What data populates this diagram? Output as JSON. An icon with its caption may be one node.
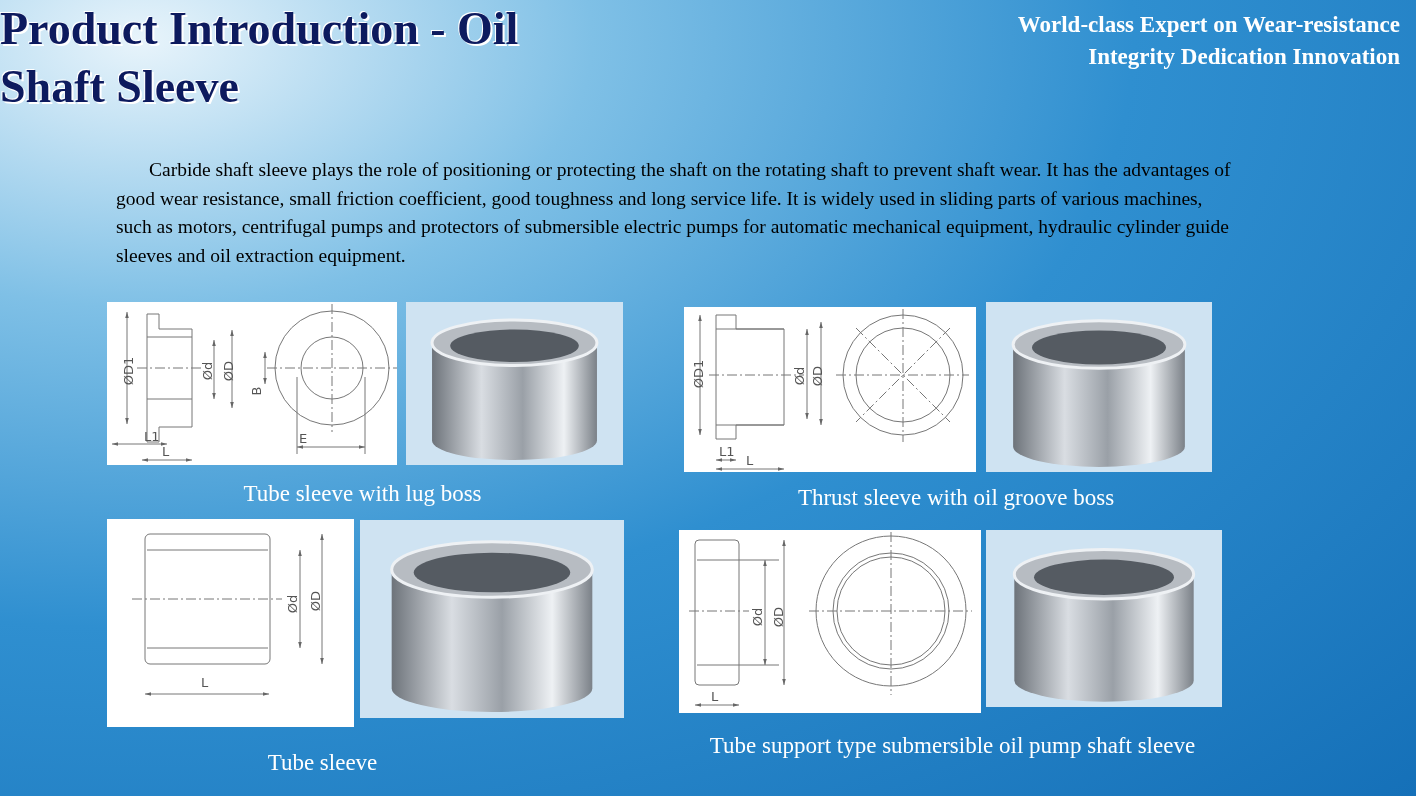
{
  "diagram": {
    "title": "Product Introduction - Oil Shaft Sleeve",
    "labels": [
      "World-class Expert on Wear-resistance",
      "Integrity Dedication Innovation",
      "Carbide shaft sleeve plays the role of positioning or protecting the shaft on the rotating shaft to prevent shaft wear. It has the advantages of good wear resistance, small friction coefficient, good toughness and long service life. It is widely used in sliding parts of various machines, such as motors, centrifugal pumps and protectors of submersible electric pumps for automatic mechanical equipment, hydraulic cylinder guide sleeves and oil extraction equipment.",
      "ØD1",
      "Ød",
      "ØD",
      "B",
      "L1",
      "L",
      "E",
      "Tube sleeve with lug boss",
      "ØD1",
      "Ød",
      "ØD",
      "L1",
      "L",
      "Thrust sleeve with oil groove boss",
      "Ød",
      "ØD",
      "L",
      "Ød",
      "ØD",
      "L",
      "Tube sleeve",
      "Tube support type submersible oil pump shaft sleeve"
    ]
  }
}
